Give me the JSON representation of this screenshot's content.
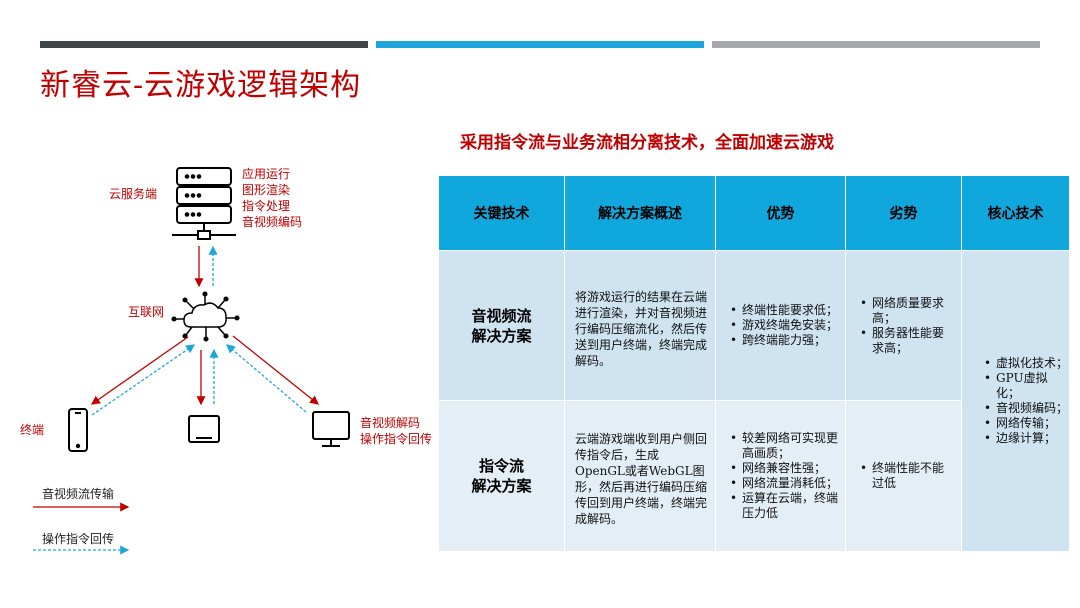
{
  "colors": {
    "bar1": "#3f4447",
    "bar2": "#1ea6dc",
    "bar3": "#a5a7aa",
    "accent": "#c00000",
    "header": "#0fa7dc"
  },
  "title": "新睿云-云游戏逻辑架构",
  "subtitle": "采用指令流与业务流相分离技术，全面加速云游戏",
  "diagram": {
    "server_label": "云服务端",
    "server_functions": [
      "应用运行",
      "图形渲染",
      "指令处理",
      "音视频编码"
    ],
    "network_label": "互联网",
    "terminal_label": "终端",
    "terminal_functions": [
      "音视频解码",
      "操作指令回传"
    ],
    "legend": {
      "stream": "音视频流传输",
      "command": "操作指令回传"
    }
  },
  "table": {
    "headers": [
      "关键技术",
      "解决方案概述",
      "优势",
      "劣势",
      "核心技术"
    ],
    "rows": [
      {
        "name": [
          "音视频流",
          "解决方案"
        ],
        "desc": "将游戏运行的结果在云端进行渲染，并对音视频进行编码压缩流化，然后传送到用户终端，终端完成解码。",
        "pros": [
          "终端性能要求低；",
          "游戏终端免安装；",
          "跨终端能力强；"
        ],
        "cons": [
          "网络质量要求高；",
          "服务器性能要求高；"
        ]
      },
      {
        "name": [
          "指令流",
          "解决方案"
        ],
        "desc": "云端游戏端收到用户侧回传指令后，生成OpenGL或者WebGL图形，然后再进行编码压缩传回到用户终端，终端完成解码。",
        "pros": [
          "较差网络可实现更高画质；",
          "网络兼容性强；",
          "网络流量消耗低；",
          "运算在云端，终端压力低"
        ],
        "cons": [
          "终端性能不能过低"
        ]
      }
    ],
    "core": [
      "虚拟化技术；",
      "GPU虚拟化；",
      "音视频编码；",
      "网络传输；",
      "边缘计算；"
    ]
  }
}
